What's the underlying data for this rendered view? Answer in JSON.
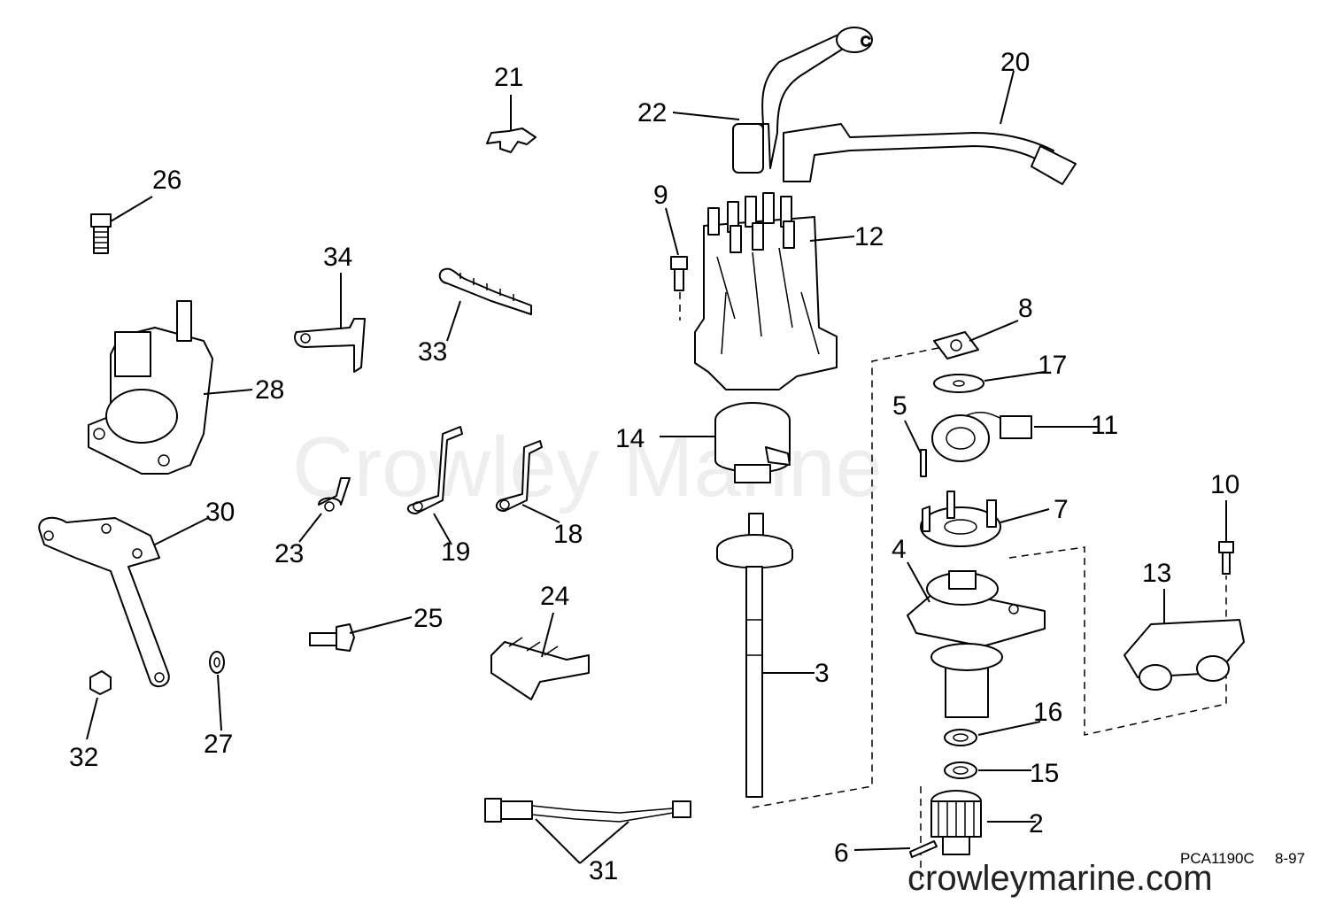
{
  "watermark": "Crowley Marine",
  "site_url": "crowleymarine.com",
  "drawing_code": "PCA1190C",
  "drawing_date": "8-97",
  "callouts": [
    "2",
    "3",
    "4",
    "5",
    "6",
    "7",
    "8",
    "9",
    "10",
    "11",
    "12",
    "13",
    "14",
    "15",
    "16",
    "17",
    "18",
    "19",
    "20",
    "21",
    "22",
    "23",
    "24",
    "25",
    "26",
    "27",
    "28",
    "30",
    "31",
    "32",
    "33",
    "34"
  ]
}
